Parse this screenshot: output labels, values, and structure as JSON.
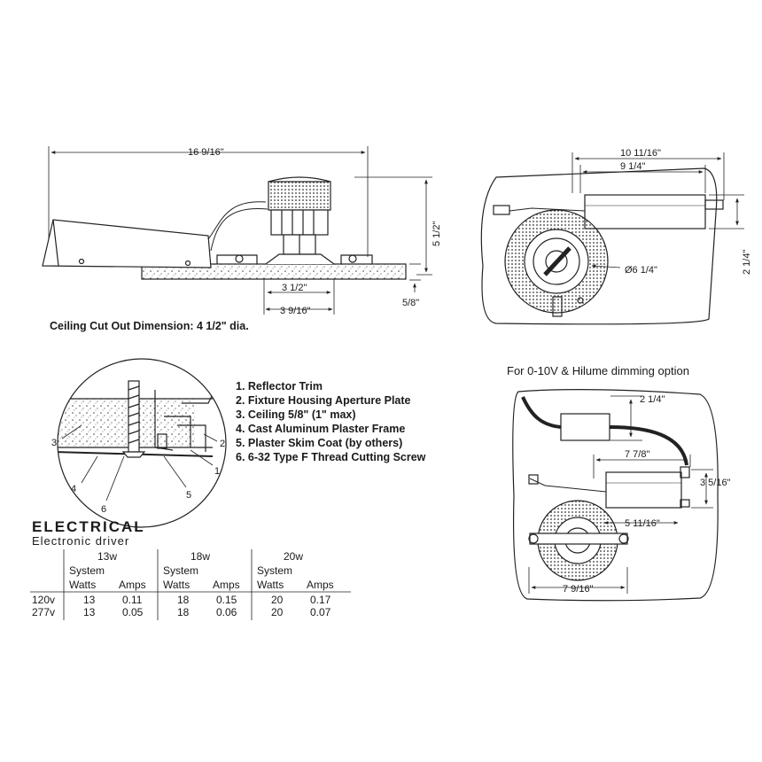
{
  "side_view": {
    "overall_width": "16 9/16\"",
    "height": "5 1/2\"",
    "aperture": "3 1/2\"",
    "trim_width": "3 9/16\"",
    "ceiling_thickness": "5/8\"",
    "cutout_note": "Ceiling Cut Out Dimension: 4 1/2\" dia."
  },
  "top_view": {
    "overall_length": "10 11/16\"",
    "housing_length": "9 1/4\"",
    "width": "2 1/4\"",
    "diameter": "Ø6 1/4\""
  },
  "detail": {
    "callouts": [
      "1",
      "2",
      "3",
      "4",
      "5",
      "6"
    ],
    "legend": [
      "1. Reflector Trim",
      "2. Fixture Housing Aperture Plate",
      "3. Ceiling 5/8\" (1\" max)",
      "4. Cast Aluminum Plaster Frame",
      "5. Plaster Skim Coat (by others)",
      "6. 6-32 Type F Thread Cutting Screw"
    ]
  },
  "dimming": {
    "title": "For 0-10V & Hilume dimming option",
    "box_height": "2 1/4\"",
    "box_length": "7 7/8\"",
    "driver_height": "3 5/16\"",
    "offset": "5 11/16\"",
    "overall": "7 9/16\""
  },
  "electrical": {
    "title": "ELECTRICAL",
    "subtitle": "Electronic driver",
    "groups": [
      "13w",
      "18w",
      "20w"
    ],
    "sys_label": "System",
    "watts_label": "Watts",
    "amps_label": "Amps",
    "rows": [
      {
        "volt": "120v",
        "w13": "13",
        "a13": "0.11",
        "w18": "18",
        "a18": "0.15",
        "w20": "20",
        "a20": "0.17"
      },
      {
        "volt": "277v",
        "w13": "13",
        "a13": "0.05",
        "w18": "18",
        "a18": "0.06",
        "w20": "20",
        "a20": "0.07"
      }
    ]
  }
}
